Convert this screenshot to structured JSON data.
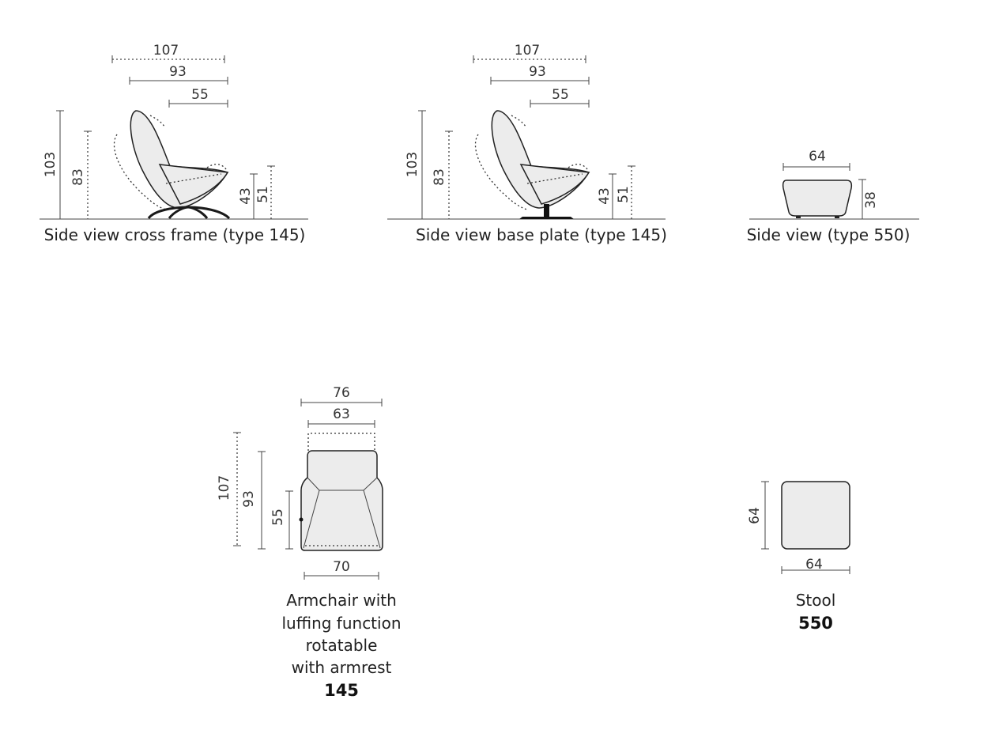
{
  "views": {
    "cross_frame": {
      "caption": "Side view cross frame (type 145)",
      "dims": {
        "d107": "107",
        "d93": "93",
        "d55": "55",
        "h103": "103",
        "h83": "83",
        "h43": "43",
        "h51": "51"
      }
    },
    "base_plate": {
      "caption": "Side view base plate (type 145)",
      "dims": {
        "d107": "107",
        "d93": "93",
        "d55": "55",
        "h103": "103",
        "h83": "83",
        "h43": "43",
        "h51": "51"
      }
    },
    "stool_side": {
      "caption": "Side view (type 550)",
      "dims": {
        "w64": "64",
        "h38": "38"
      }
    }
  },
  "armchair_top": {
    "dims": {
      "w76": "76",
      "w63": "63",
      "w70": "70",
      "h107": "107",
      "h93": "93",
      "h55": "55"
    },
    "caption_lines": [
      "Armchair with",
      "luffing function",
      "rotatable",
      "with armrest"
    ],
    "model": "145"
  },
  "stool_top": {
    "dims": {
      "h64": "64",
      "w64": "64"
    },
    "caption": "Stool",
    "model": "550"
  }
}
